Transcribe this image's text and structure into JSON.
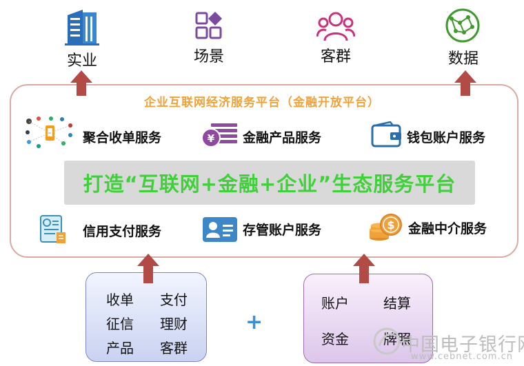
{
  "top": {
    "items": [
      {
        "label": "实业",
        "icon": "building-icon"
      },
      {
        "label": "场景",
        "icon": "grid-icon"
      },
      {
        "label": "客群",
        "icon": "people-icon"
      },
      {
        "label": "数据",
        "icon": "network-globe-icon"
      }
    ]
  },
  "platform": {
    "title": "企业互联网经济服务平台（金融开放平台）",
    "banner": "打造“互联网+金融+企业”生态服务平台",
    "services": [
      {
        "label": "聚合收单服务",
        "icon": "payment-apps-icon"
      },
      {
        "label": "金融产品服务",
        "icon": "yuan-coin-icon"
      },
      {
        "label": "钱包账户服务",
        "icon": "wallet-icon"
      },
      {
        "label": "信用支付服务",
        "icon": "credit-report-icon"
      },
      {
        "label": "存管账户服务",
        "icon": "id-card-icon"
      },
      {
        "label": "金融中介服务",
        "icon": "coin-stack-icon"
      }
    ]
  },
  "bottom": {
    "left": [
      "收单",
      "支付",
      "征信",
      "理财",
      "产品",
      "客群"
    ],
    "plus": "+",
    "right": [
      "账户",
      "结算",
      "资金",
      "牌照"
    ]
  },
  "watermark": {
    "text": "中国电子银行网",
    "url": "www.cebnet.com.cn"
  },
  "colors": {
    "arrow": "#b24b45",
    "title": "#f0a23a",
    "banner_text": "#3fd03a",
    "building": "#2a6db8",
    "grid": "#7b4aa0",
    "people": "#c8327a",
    "globe": "#3e9a2c"
  }
}
